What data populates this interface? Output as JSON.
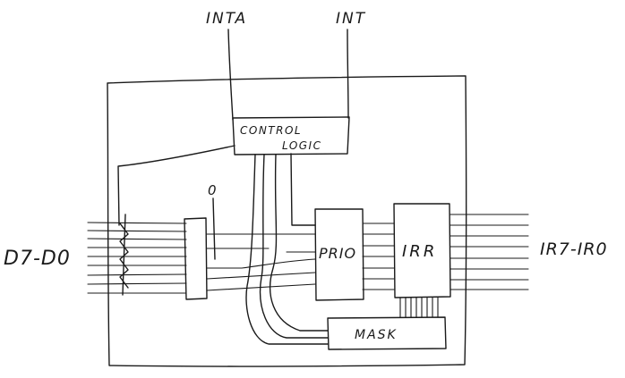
{
  "labels": {
    "inta": "INTA",
    "int": "INT",
    "control_line1": "CONTROL",
    "control_line2": "LOGIC",
    "zero": "0",
    "data_bus": "D7-D0",
    "prio": "PRIO",
    "irr": "IRR",
    "mask": "MASK",
    "ir_lines": "IR7-IR0"
  },
  "ink_color": "#1a1a1a"
}
